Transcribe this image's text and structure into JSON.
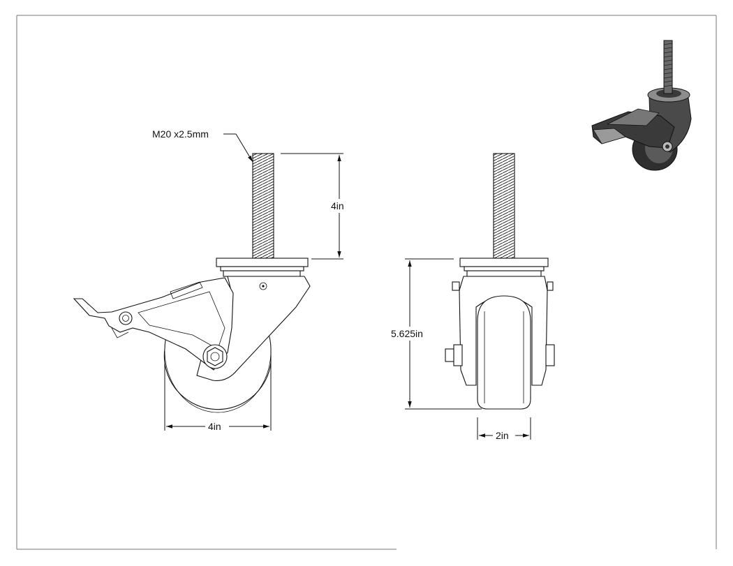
{
  "dimensions": {
    "thread_spec": "M20 x2.5mm",
    "stem_length": "4in",
    "wheel_diameter": "4in",
    "overall_height": "5.625in",
    "wheel_width": "2in"
  },
  "colors": {
    "line": "#111111",
    "border": "#666666",
    "iso_dark": "#2b2b2b",
    "iso_mid": "#5a5a5a",
    "iso_light": "#9a9a9a"
  }
}
